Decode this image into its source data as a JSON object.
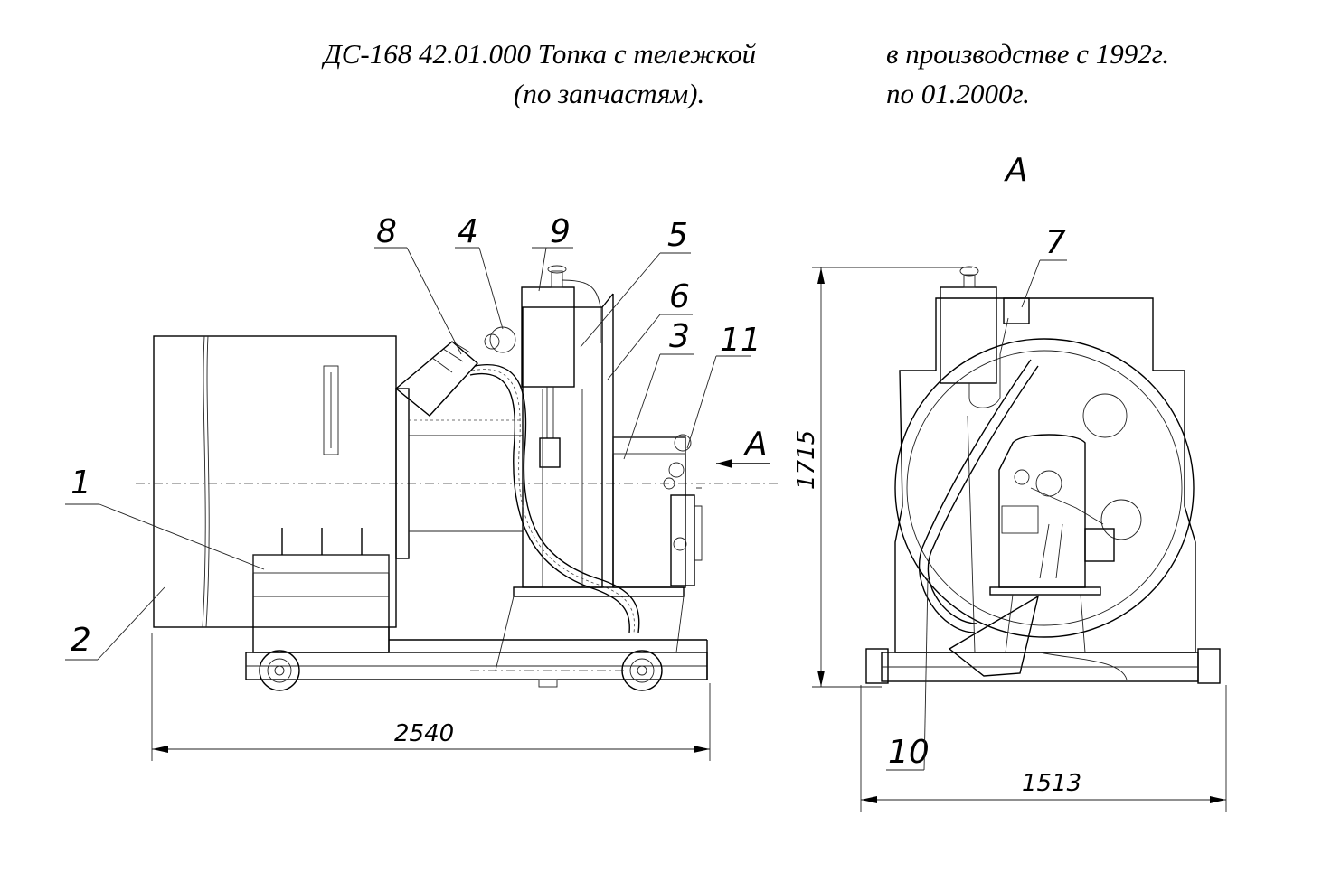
{
  "header": {
    "title_line1": "ДС-168 42.01.000 Топка с тележкой",
    "title_line2": "(по запчастям).",
    "production_line1": "в производстве с 1992г.",
    "production_line2": "по 01.2000г."
  },
  "callouts": [
    "1",
    "2",
    "3",
    "4",
    "5",
    "6",
    "7",
    "8",
    "9",
    "10",
    "11"
  ],
  "view_label": "А",
  "arrow_label": "А",
  "dimensions": {
    "side_length": "2540",
    "front_width": "1513",
    "height": "1715"
  }
}
